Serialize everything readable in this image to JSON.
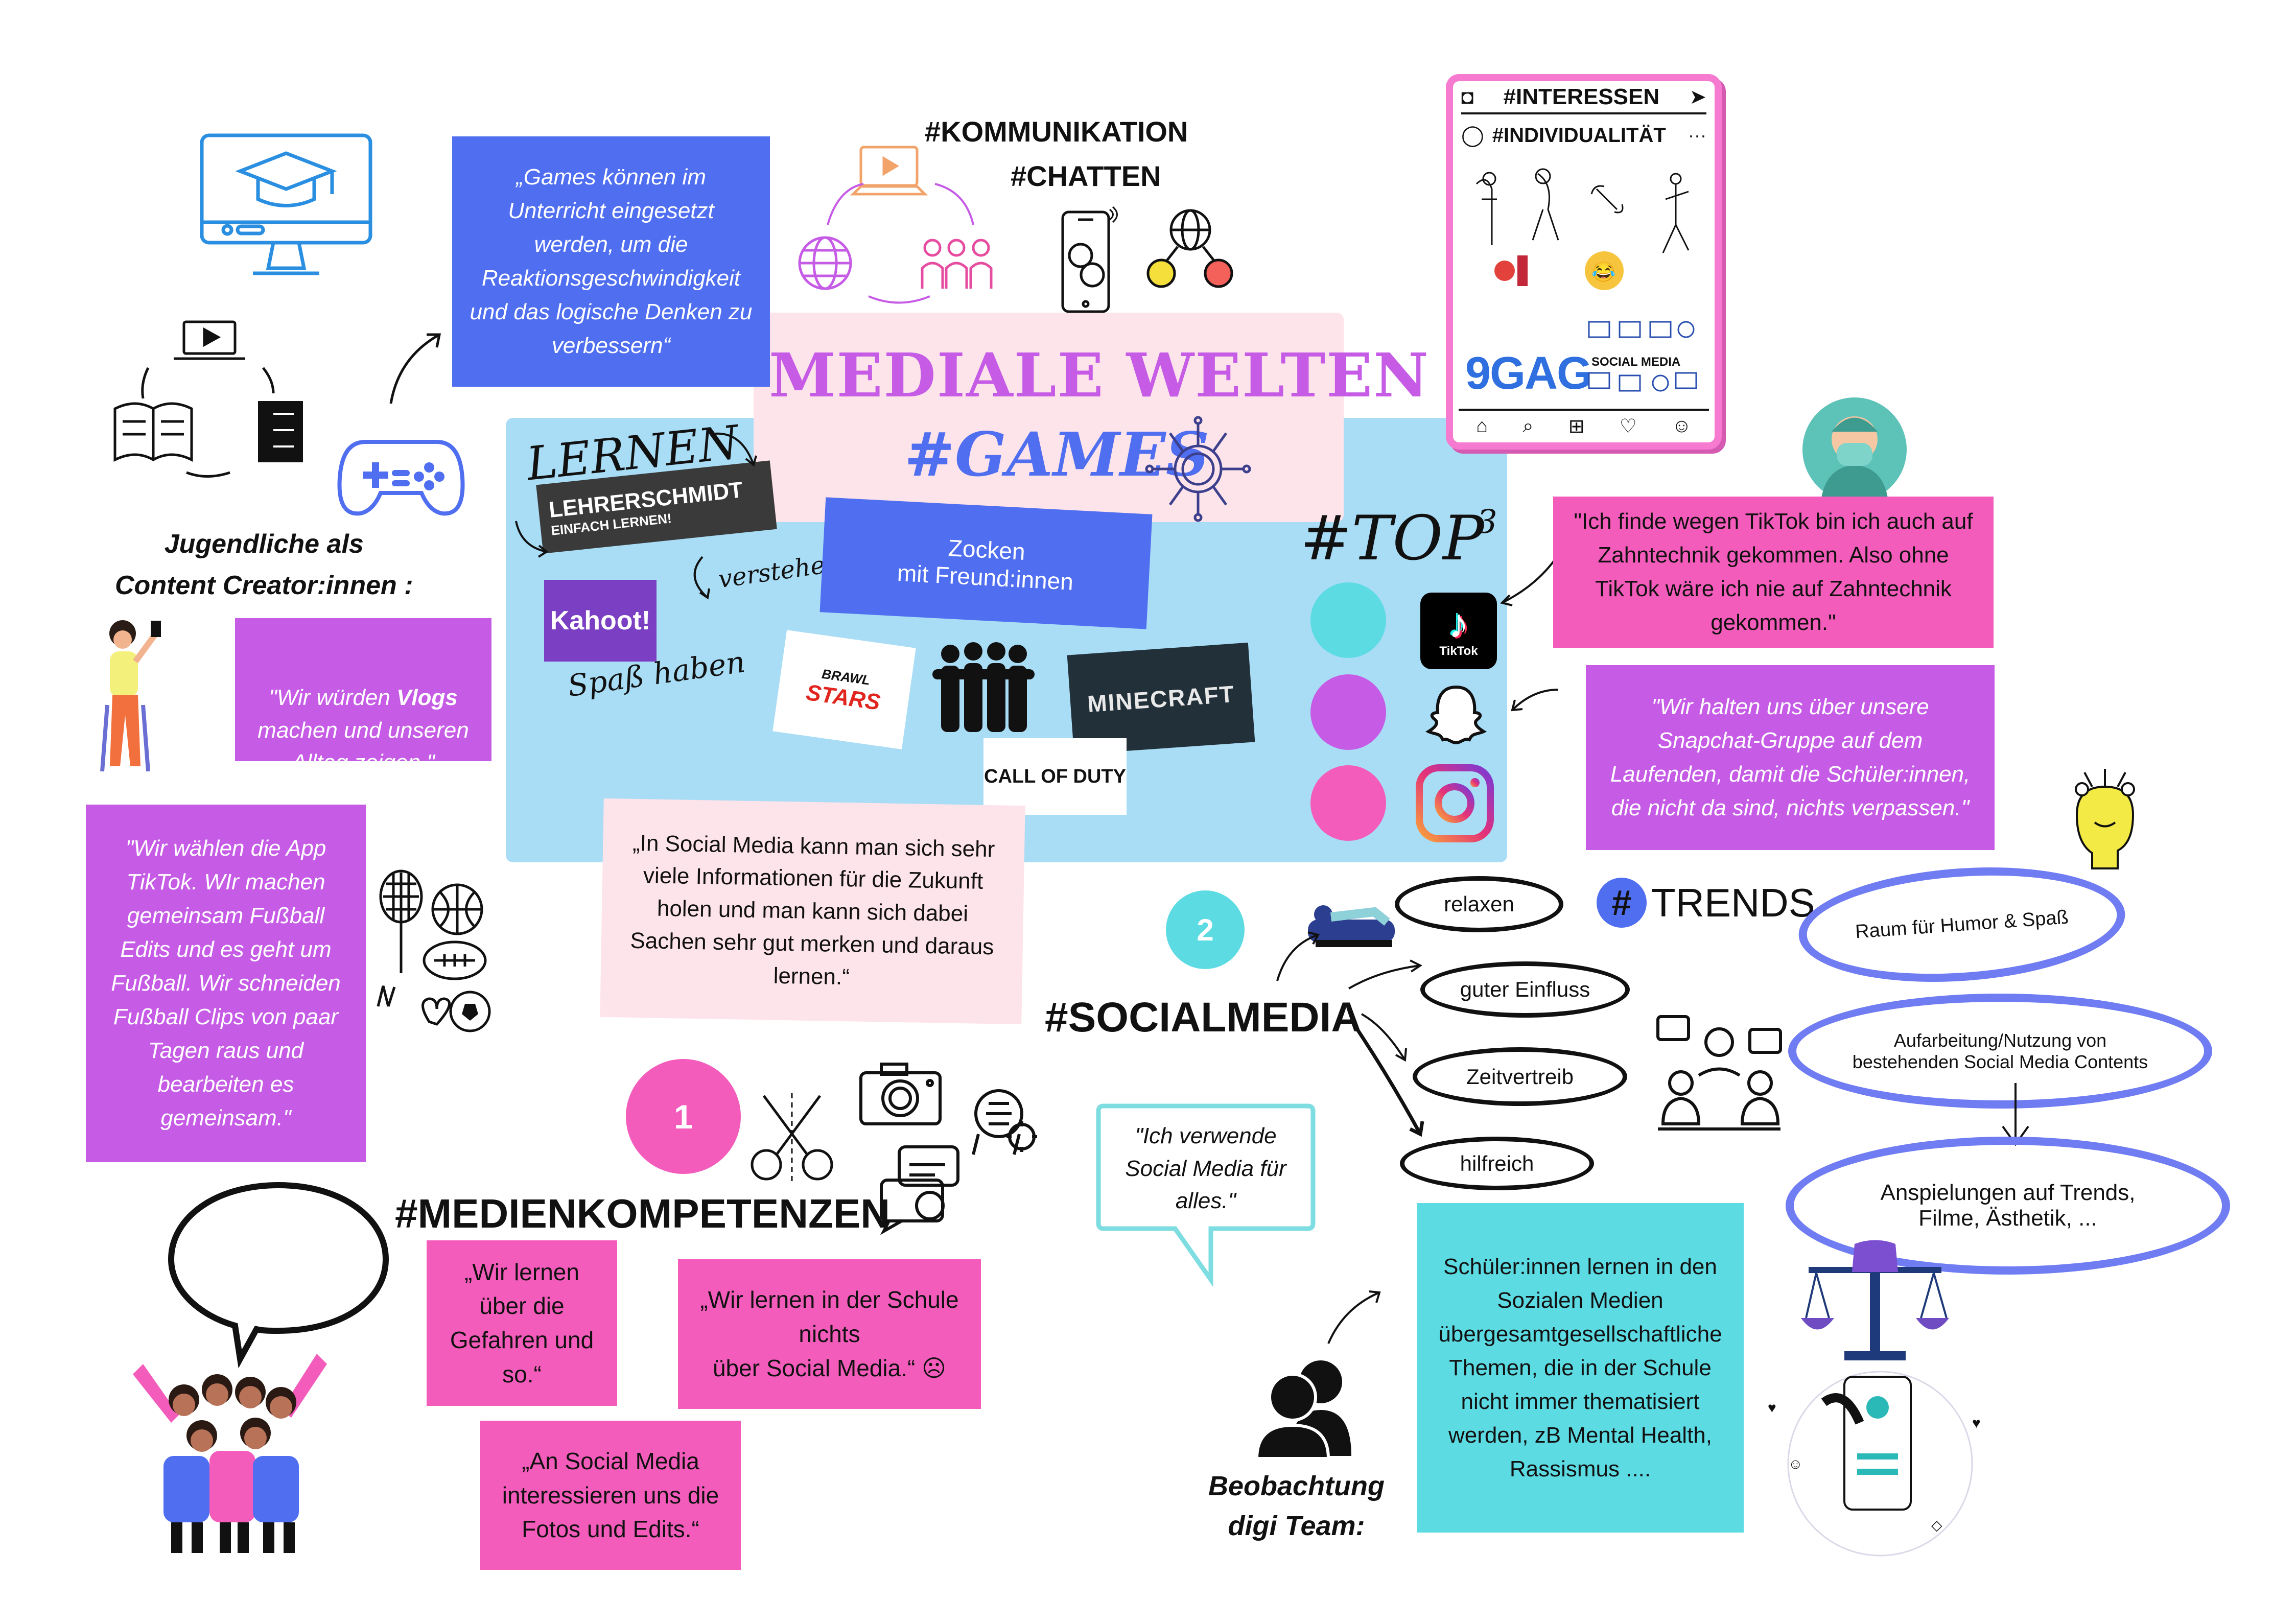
{
  "colors": {
    "blue_box": "#4f6ef0",
    "violet_box": "#c65be6",
    "pink_box": "#f45cbc",
    "light_pink": "#fde3ea",
    "light_blue_panel": "#a9ddf6",
    "teal_box": "#5ddbe3",
    "title_purple": "#c65be6",
    "games_blue": "#4f6ef0",
    "insta_pink": "#f57ad0"
  },
  "title": {
    "line1": "MEDIALE WELTEN",
    "line2": "#GAMES"
  },
  "learn": {
    "lernen": "LERNEN",
    "lehrerschmidt_line1": "LEHRERSCHMIDT",
    "lehrerschmidt_line2": "EINFACH LERNEN!",
    "kahoot": "Kahoot!",
    "verstehen": "verstehen",
    "spass": "Spaß haben"
  },
  "zocken": "Zocken\nmit Freund:innen",
  "top3": {
    "label": "#TOP",
    "number": "3",
    "tiktok": "TikTok"
  },
  "game_logos": {
    "brawl_line1": "BRAWL",
    "brawl_line2": "STARS",
    "minecraft": "MINECRAFT",
    "callofduty": "CALL OF DUTY"
  },
  "kommunikation": {
    "line1": "#KOMMUNIKATION",
    "line2": "#CHATTEN"
  },
  "games_quote": "„Games können im Unterricht eingesetzt werden, um die Reaktionsgeschwindigkeit und das logische Denken zu verbessern“",
  "creators": {
    "heading": "Jugendliche  als\nContent Creator:innen :",
    "vlogs_quote_pre": "\"Wir würden ",
    "vlogs_quote_bold": "Vlogs",
    "vlogs_quote_post": " machen und unseren Alltag zeigen.\"",
    "tiktok_quote": "\"Wir wählen die App TikTok. WIr machen gemeinsam Fußball Edits und es geht um Fußball. Wir schneiden Fußball Clips von paar Tagen raus und bearbeiten es gemeinsam.\""
  },
  "instagram_card": {
    "hashtag1": "#INTERESSEN",
    "hashtag2": "#INDIVIDUALITÄT",
    "ninegag": "9GAG",
    "social_media": "SOCIAL MEDIA"
  },
  "zahntechnik_quote": "\"Ich finde wegen TikTok bin ich auch auf Zahntechnik gekommen. Also ohne TikTok wäre ich nie auf Zahntechnik gekommen.\"",
  "snapchat_quote": "\"Wir halten uns über unsere Snapchat-Gruppe auf dem Laufenden, damit die Schüler:innen, die nicht da sind, nichts verpassen.\"",
  "social_info_quote": "„In Social Media kann man sich sehr viele Informationen für die Zukunft holen und man kann sich dabei Sachen sehr gut merken und daraus lernen.“",
  "socialmedia": {
    "number": "2",
    "heading": "#SOCIALMEDIA",
    "items": [
      "relaxen",
      "guter Einfluss",
      "Zeitvertreib",
      "hilfreich"
    ],
    "speech": "\"Ich verwende Social Media für alles.\""
  },
  "trends": {
    "heading": "TRENDS",
    "hash": "#",
    "items": [
      "Raum für Humor & Spaß",
      "Aufarbeitung/Nutzung von\nbestehenden Social Media Contents",
      "Anspielungen auf Trends,\nFilme, Ästhetik, ..."
    ]
  },
  "medienkompetenzen": {
    "number": "1",
    "heading": "#MEDIENKOMPETENZEN",
    "quote1": "„Wir lernen über die Gefahren und so.“",
    "quote2": "„Wir lernen in der Schule nichts\nüber Social Media.“ ☹",
    "quote3": "„An Social Media interessieren uns die Fotos und Edits.“"
  },
  "beobachtung": {
    "heading": "Beobachtung\ndigi Team:",
    "text": "Schüler:innen lernen in den Sozialen Medien übergesamtgesellschaftliche Themen, die in der Schule nicht immer thematisiert werden, zB Mental Health, Rassismus ...."
  },
  "icons": [
    "monitor-graduation-icon",
    "laptop-icon",
    "book-icon",
    "checklist-icon",
    "gamepad-icon",
    "globe-icon",
    "audience-icon",
    "smartphone-chat-icon",
    "network-faces-icon",
    "chip-icon",
    "nurse-avatar-icon",
    "tiktok-icon",
    "snapchat-icon",
    "instagram-icon",
    "sports-balls-icon",
    "speech-bubble-icon",
    "scissors-icon",
    "camera-icon",
    "gear-head-icon",
    "chat-bubbles-icon",
    "meeting-icon",
    "head-idea-icon",
    "justice-scale-icon",
    "people-icon",
    "influencer-icon",
    "friends-group-icon",
    "woman-vlogger-icon"
  ]
}
